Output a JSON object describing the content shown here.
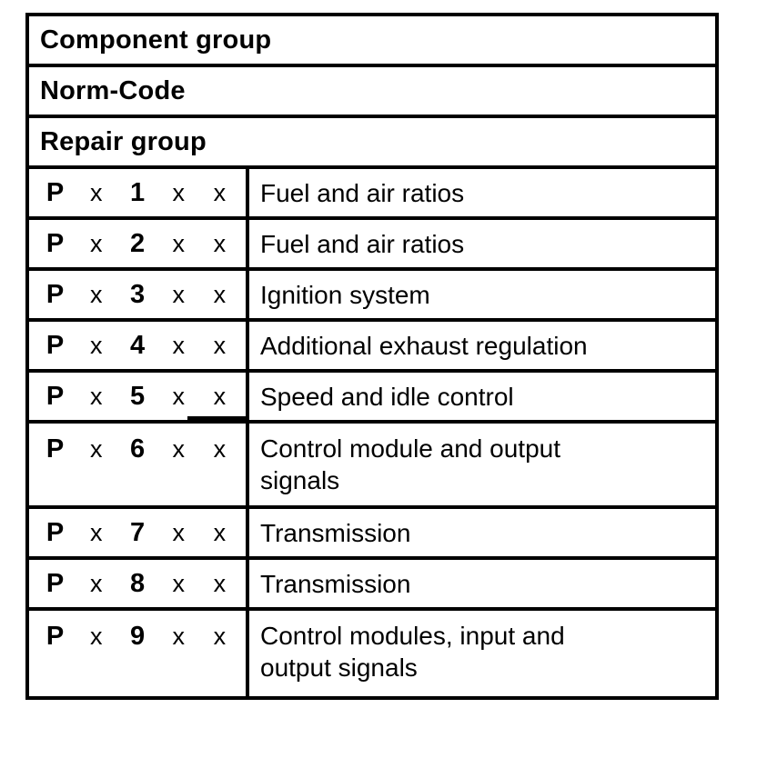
{
  "page": {
    "background_color": "#ffffff",
    "border_color": "#000000"
  },
  "table": {
    "header_rows": [
      {
        "label": "Component group"
      },
      {
        "label": "Norm-Code"
      },
      {
        "label": "Repair group"
      }
    ],
    "rows": [
      {
        "code": [
          "P",
          "x",
          "1",
          "x",
          "x"
        ],
        "description": "Fuel and air ratios"
      },
      {
        "code": [
          "P",
          "x",
          "2",
          "x",
          "x"
        ],
        "description": "Fuel and air ratios"
      },
      {
        "code": [
          "P",
          "x",
          "3",
          "x",
          "x"
        ],
        "description": "Ignition system"
      },
      {
        "code": [
          "P",
          "x",
          "4",
          "x",
          "x"
        ],
        "description": "Additional exhaust regulation"
      },
      {
        "code": [
          "P",
          "x",
          "5",
          "x",
          "x"
        ],
        "description": "Speed and idle control"
      },
      {
        "code": [
          "P",
          "x",
          "6",
          "x",
          "x"
        ],
        "description": "Control module and output\nsignals"
      },
      {
        "code": [
          "P",
          "x",
          "7",
          "x",
          "x"
        ],
        "description": "Transmission"
      },
      {
        "code": [
          "P",
          "x",
          "8",
          "x",
          "x"
        ],
        "description": "Transmission"
      },
      {
        "code": [
          "P",
          "x",
          "9",
          "x",
          "x"
        ],
        "description": "Control modules, input and\noutput signals"
      }
    ]
  }
}
